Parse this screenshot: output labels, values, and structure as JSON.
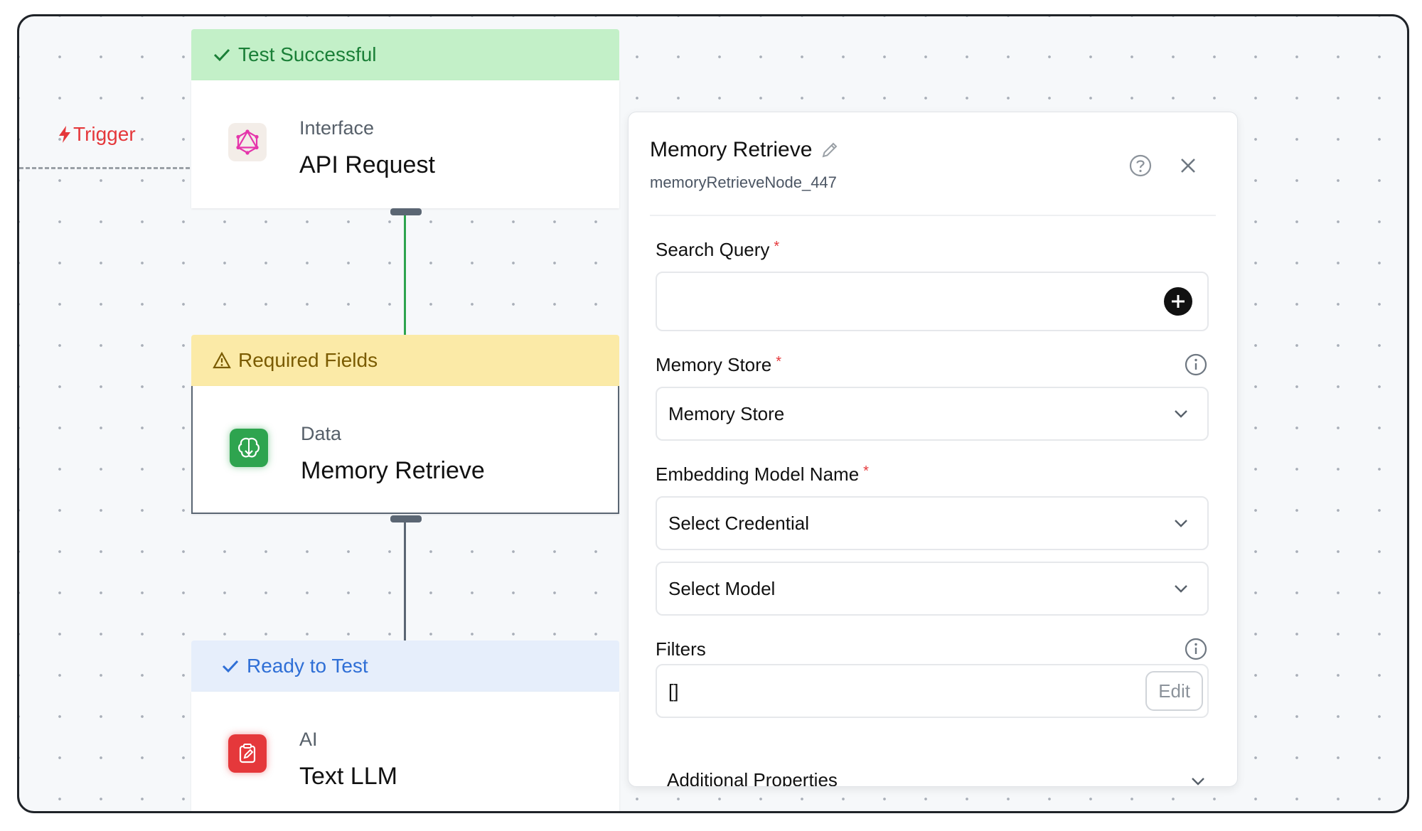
{
  "trigger": {
    "label": "Trigger"
  },
  "nodes": [
    {
      "status": "Test Successful",
      "category": "Interface",
      "title": "API Request"
    },
    {
      "status": "Required Fields",
      "category": "Data",
      "title": "Memory Retrieve"
    },
    {
      "status": "Ready to Test",
      "category": "AI",
      "title": "Text LLM"
    }
  ],
  "panel": {
    "title": "Memory Retrieve",
    "node_id": "memoryRetrieveNode_447",
    "search_query": {
      "label": "Search Query",
      "value": ""
    },
    "memory_store": {
      "label": "Memory Store",
      "selected": "Memory Store"
    },
    "embedding": {
      "label": "Embedding Model Name",
      "credential": "Select Credential",
      "model": "Select Model"
    },
    "filters": {
      "label": "Filters",
      "value": "[]",
      "edit_label": "Edit"
    },
    "additional": {
      "label": "Additional Properties"
    }
  },
  "colors": {
    "success_bg": "#c3f0c8",
    "success_text": "#1a7f37",
    "warning_bg": "#fbeaa7",
    "warning_text": "#7a5b00",
    "ready_bg": "#e6eefb",
    "ready_text": "#2f6fd6",
    "required": "#e5383b"
  }
}
